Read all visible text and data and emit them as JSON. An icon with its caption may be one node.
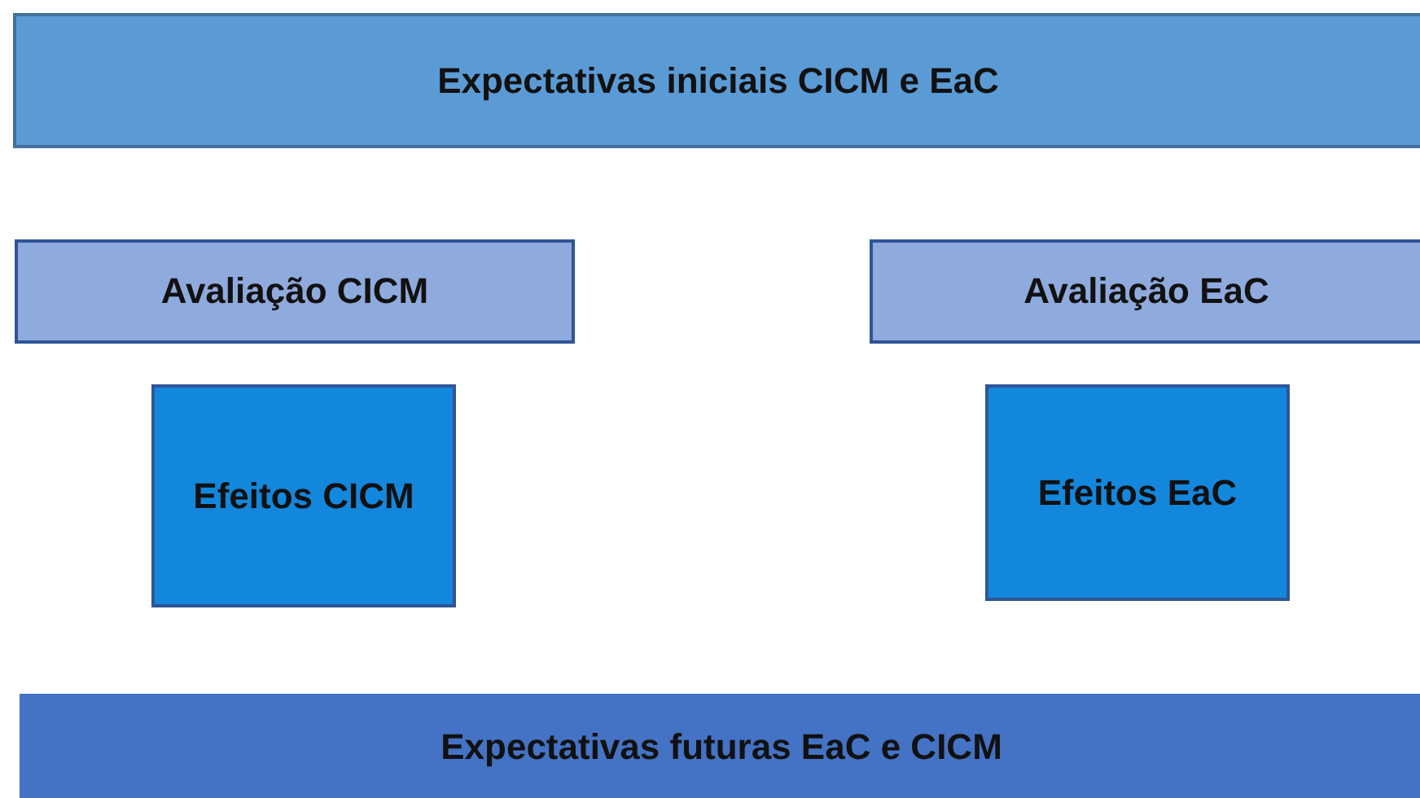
{
  "diagram": {
    "nodes": [
      {
        "text": [
          "Expectativas iniciais CICM e EaC"
        ]
      },
      {
        "text": [
          "Avaliação CICM"
        ]
      },
      {
        "text": [
          "Avaliação EaC"
        ]
      },
      {
        "text": [
          "Efeitos CICM"
        ]
      },
      {
        "text": [
          "Efeitos EaC"
        ]
      },
      {
        "text": [
          "Expectativas futuras EaC e CICM"
        ]
      }
    ]
  }
}
